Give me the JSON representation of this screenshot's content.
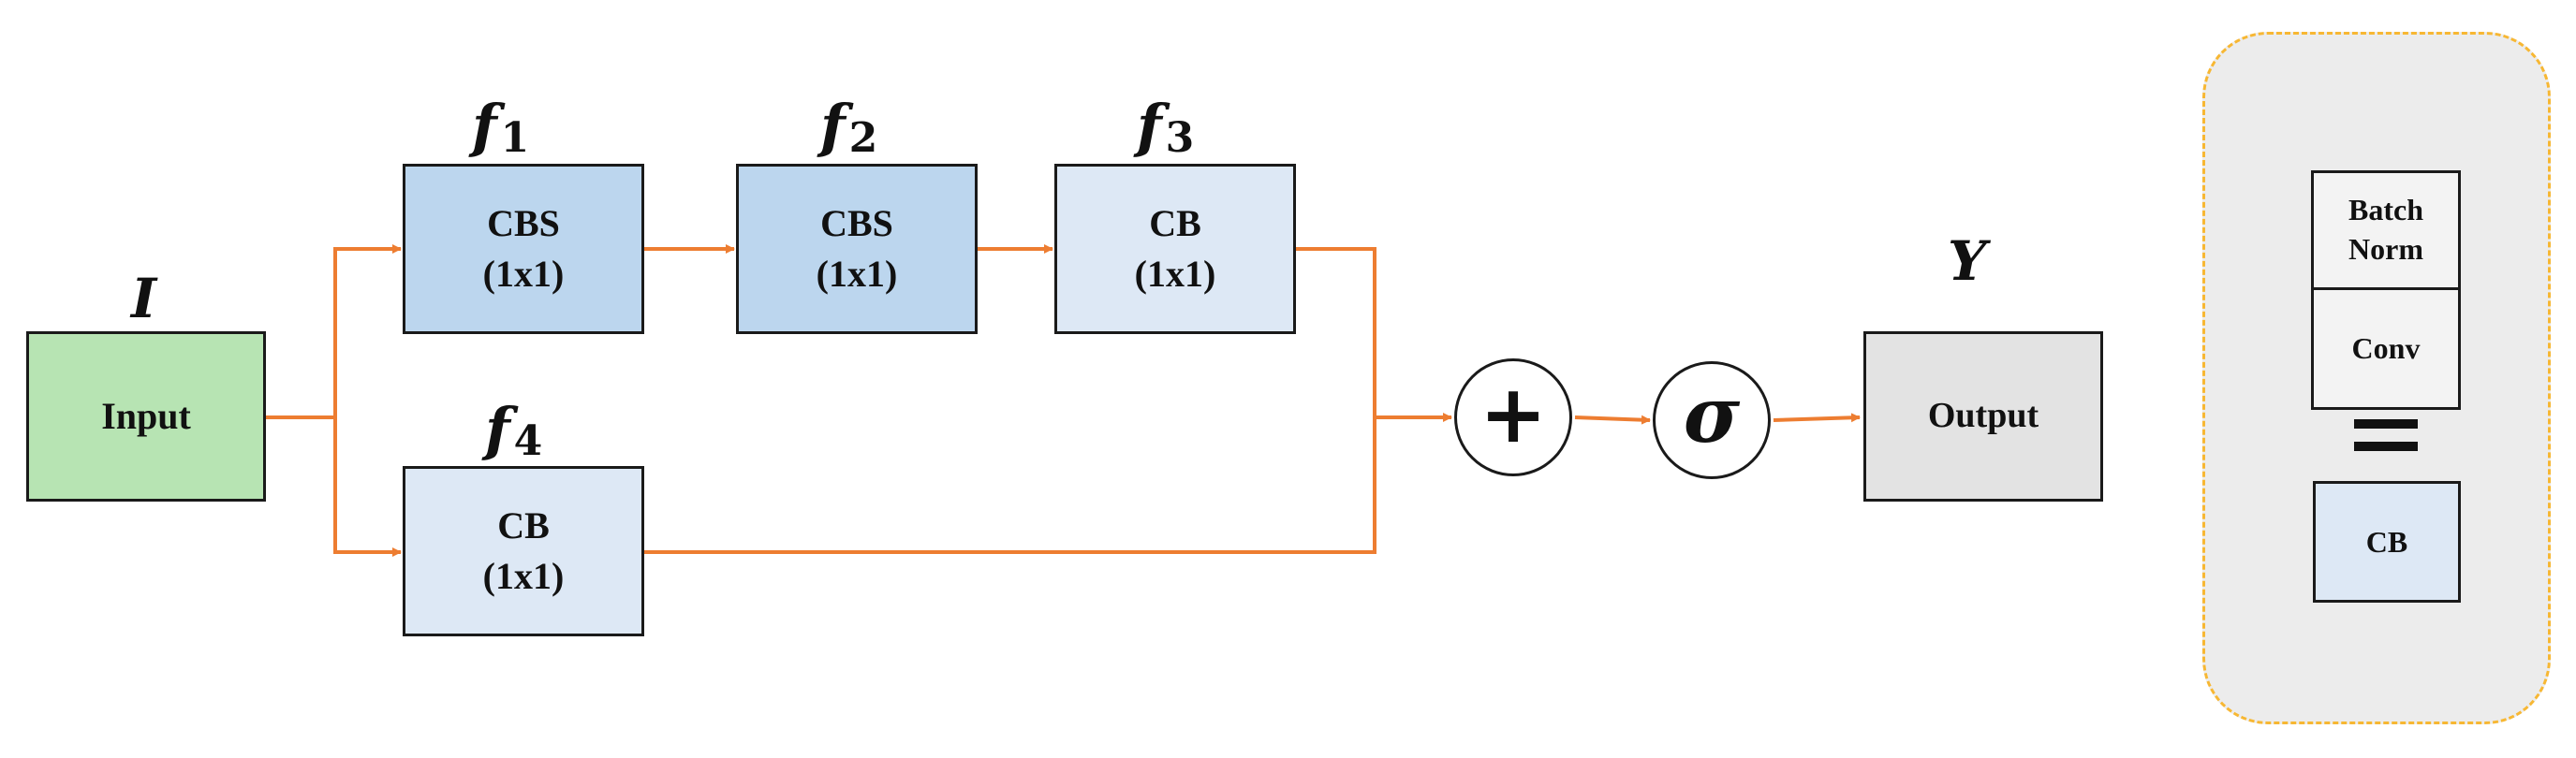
{
  "labels": {
    "input_symbol": "I",
    "output_symbol": "Y",
    "f1": {
      "base": "f",
      "sub": "1"
    },
    "f2": {
      "base": "f",
      "sub": "2"
    },
    "f3": {
      "base": "f",
      "sub": "3"
    },
    "f4": {
      "base": "f",
      "sub": "4"
    }
  },
  "blocks": {
    "input": "Input",
    "f1": {
      "line1": "CBS",
      "line2": "(1x1)"
    },
    "f2": {
      "line1": "CBS",
      "line2": "(1x1)"
    },
    "f3": {
      "line1": "CB",
      "line2": "(1x1)"
    },
    "f4": {
      "line1": "CB",
      "line2": "(1x1)"
    },
    "output": "Output"
  },
  "operators": {
    "add": "+",
    "sigma": "σ"
  },
  "legend": {
    "stack_top": "Batch Norm",
    "stack_bottom": "Conv",
    "equals": "=",
    "result": "CB"
  },
  "colors": {
    "arrow": "#ed7d31",
    "input_fill": "#b7e4b3",
    "cbs_fill": "#bcd6ee",
    "cb_fill": "#dde8f5",
    "output_fill": "#e3e3e3",
    "legend_border": "#f7b733",
    "legend_fill": "#ececec"
  }
}
